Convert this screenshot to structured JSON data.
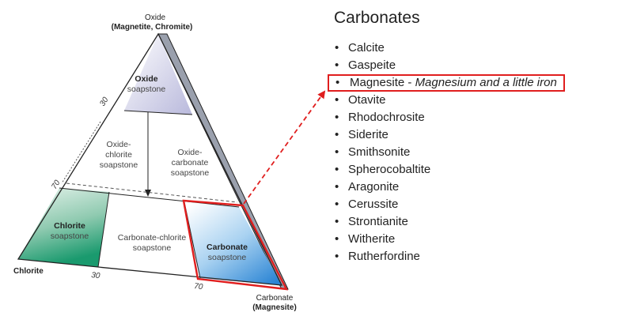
{
  "diagram": {
    "vertices": {
      "top_name": "Oxide",
      "top_sub": "(Magnetite, Chromite)",
      "left_name": "Chlorite",
      "right_name": "Carbonate",
      "right_sub": "(Magnesite)"
    },
    "regions": {
      "oxide": [
        "Oxide",
        "soapstone"
      ],
      "oxide_chlorite": [
        "Oxide-",
        "chlorite",
        "soapstone"
      ],
      "oxide_carbonate": [
        "Oxide-",
        "carbonate",
        "soapstone"
      ],
      "chlorite": [
        "Chlorite",
        "soapstone"
      ],
      "carbonate_chlorite": [
        "Carbonate-chlorite",
        "soapstone"
      ],
      "carbonate": [
        "Carbonate",
        "soapstone"
      ]
    },
    "ticks": {
      "left_upper": "30",
      "left_lower": "70",
      "bottom_left": "30",
      "bottom_right": "70"
    },
    "colors": {
      "highlight": "#e01e1e",
      "chlorite_fill": "#2aa27a",
      "carbonate_fill": "#2e86d6",
      "oxide_fill": "#c8c8e4"
    }
  },
  "list": {
    "title": "Carbonates",
    "bullet": "•",
    "items": [
      {
        "name": "Calcite",
        "desc": ""
      },
      {
        "name": "Gaspeite",
        "desc": ""
      },
      {
        "name": "Magnesite",
        "sep": " - ",
        "desc": "Magnesium and a little iron",
        "highlighted": true
      },
      {
        "name": "Otavite",
        "desc": ""
      },
      {
        "name": "Rhodochrosite",
        "desc": ""
      },
      {
        "name": "Siderite",
        "desc": ""
      },
      {
        "name": "Smithsonite",
        "desc": ""
      },
      {
        "name": "Spherocobaltite",
        "desc": ""
      },
      {
        "name": "Aragonite",
        "desc": ""
      },
      {
        "name": "Cerussite",
        "desc": ""
      },
      {
        "name": "Strontianite",
        "desc": ""
      },
      {
        "name": "Witherite",
        "desc": ""
      },
      {
        "name": "Rutherfordine",
        "desc": ""
      }
    ]
  }
}
